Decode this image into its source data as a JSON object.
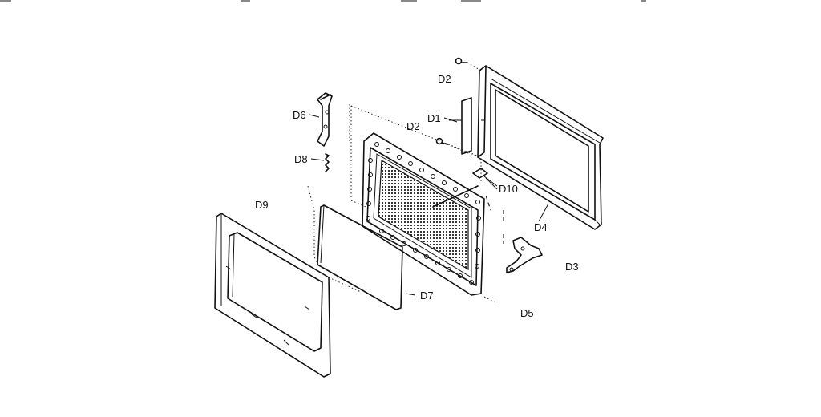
{
  "labels": {
    "d1": "D1",
    "d2_top": "D2",
    "d2_mid": "D2",
    "d3": "D3",
    "d4": "D4",
    "d5": "D5",
    "d6": "D6",
    "d7": "D7",
    "d8": "D8",
    "d9": "D9",
    "d10": "D10"
  }
}
